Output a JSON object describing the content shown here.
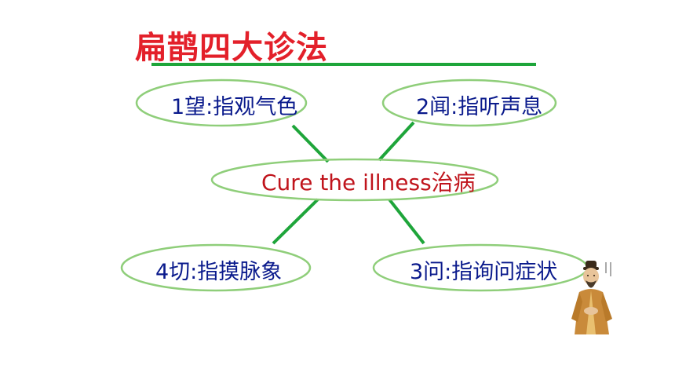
{
  "title": "扁鹊四大诊法",
  "center": "Cure the illness治病",
  "nodes": {
    "wang": "1望:指观气色",
    "wen_listen": "2闻:指听声息",
    "wen_ask": "3问:指询问症状",
    "qie": "4切:指摸脉象"
  },
  "colors": {
    "title": "#e3202a",
    "node_text": "#0a1a8c",
    "center_text": "#c0141c",
    "ellipse_stroke": "#8fce7a",
    "connector": "#1ea53a",
    "underline": "#1ea53a"
  },
  "icons": [
    "portrait-figure-icon"
  ]
}
